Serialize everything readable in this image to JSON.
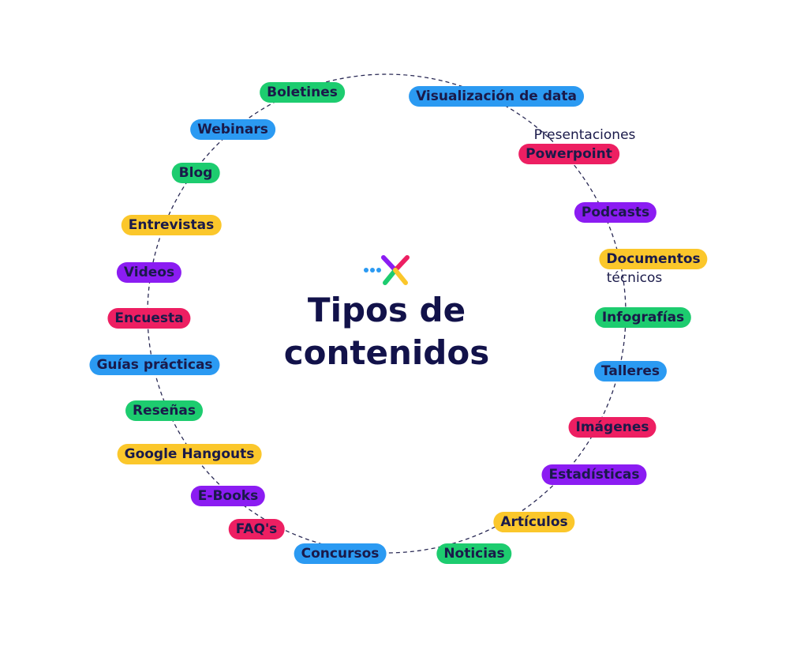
{
  "title": {
    "line1": "Tipos de",
    "line2": "contenidos"
  },
  "colors": {
    "green": "#1dcc6f",
    "blue": "#2b9af2",
    "yellow": "#fbc72b",
    "purple": "#8b1cf2",
    "pink": "#ed1f62",
    "text": "#1a1a4a",
    "ring": "#2a2a55"
  },
  "logo_icon": "x-arrow-logo-icon",
  "items": [
    {
      "label": "Boletines",
      "color": "green"
    },
    {
      "label": "Visualización de data",
      "color": "blue"
    },
    {
      "label": "Powerpoint",
      "color": "pink",
      "note": "Presentaciones"
    },
    {
      "label": "Podcasts",
      "color": "purple"
    },
    {
      "label": "Documentos",
      "color": "yellow",
      "note": "técnicos"
    },
    {
      "label": "Infografías",
      "color": "green"
    },
    {
      "label": "Talleres",
      "color": "blue"
    },
    {
      "label": "Imágenes",
      "color": "pink"
    },
    {
      "label": "Estadísticas",
      "color": "purple"
    },
    {
      "label": "Artículos",
      "color": "yellow"
    },
    {
      "label": "Noticias",
      "color": "green"
    },
    {
      "label": "Concursos",
      "color": "blue"
    },
    {
      "label": "FAQ's",
      "color": "pink"
    },
    {
      "label": "E-Books",
      "color": "purple"
    },
    {
      "label": "Google Hangouts",
      "color": "yellow"
    },
    {
      "label": "Reseñas",
      "color": "green"
    },
    {
      "label": "Guías prácticas",
      "color": "blue"
    },
    {
      "label": "Encuesta",
      "color": "pink"
    },
    {
      "label": "Videos",
      "color": "purple"
    },
    {
      "label": "Entrevistas",
      "color": "yellow"
    },
    {
      "label": "Blog",
      "color": "green"
    },
    {
      "label": "Webinars",
      "color": "blue"
    }
  ]
}
